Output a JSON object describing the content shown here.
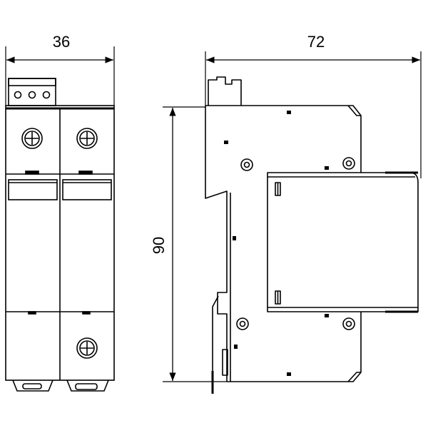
{
  "dimensions": {
    "front_width": "36",
    "side_width": "72",
    "height": "90"
  },
  "colors": {
    "line": "#000000",
    "background": "#ffffff"
  }
}
